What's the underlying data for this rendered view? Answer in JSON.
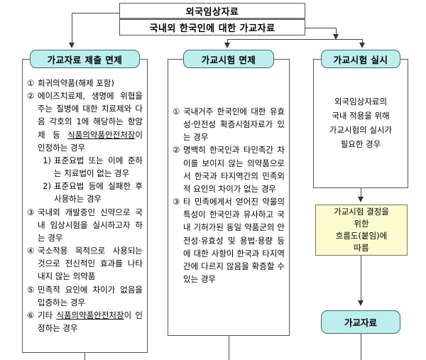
{
  "diagram": {
    "title_boxes": [
      {
        "id": "foreign-clinical-data",
        "label": "외국임상자료"
      },
      {
        "id": "bridging-data-koreans",
        "label": "국내외 한국인에 대한 가교자료"
      }
    ],
    "columns": [
      {
        "id": "bridging-data-exemption",
        "header": "가교자료 제출 면제",
        "items": [
          {
            "marker": "①",
            "sub": false,
            "text_before": "희귀의약품(해제 포함)",
            "underline": "",
            "text_after": ""
          },
          {
            "marker": "②",
            "sub": false,
            "text_before": "에이즈치료제, 생명에 위협을 주는 질병에 대한 치료제와 다음 각호의 1에 해당하는 항암제 등 ",
            "underline": "식품의약품안전처장",
            "text_after": "이 인정하는 경우"
          },
          {
            "marker": "1)",
            "sub": true,
            "text_before": "표준요법 또는 이에 준하는 치료법이 없는 경우",
            "underline": "",
            "text_after": ""
          },
          {
            "marker": "2)",
            "sub": true,
            "text_before": "표준요법 등에 실패한 후 사용하는 경우",
            "underline": "",
            "text_after": ""
          },
          {
            "marker": "③",
            "sub": false,
            "text_before": "국내외 개발중인 신약으로 국내 임상시험을 실시하고자 하는 경우",
            "underline": "",
            "text_after": ""
          },
          {
            "marker": "④",
            "sub": false,
            "text_before": "국소적용 목적으로 사용되는 것으로 전신적인 효과를 나타내지 않는 의약품",
            "underline": "",
            "text_after": ""
          },
          {
            "marker": "⑤",
            "sub": false,
            "text_before": "민족적 요인에 차이가 없음을 입증하는 경우",
            "underline": "",
            "text_after": ""
          },
          {
            "marker": "⑥",
            "sub": false,
            "text_before": "기타 ",
            "underline": "식품의약품안전처장",
            "text_after": "이 인정하는 경우"
          }
        ]
      },
      {
        "id": "bridging-study-exemption",
        "header": "가교시험 면제",
        "items": [
          {
            "marker": "①",
            "sub": false,
            "text_before": "국내거주 한국인에 대한 유효성·안전성 확증시험자료가 있는 경우",
            "underline": "",
            "text_after": ""
          },
          {
            "marker": "②",
            "sub": false,
            "text_before": "명백히 한국인과 타민족간 차이를 보이지 않는 의약품으로서 한국과 타지역간의 민족외적 요인의 차이가 없는 경우",
            "underline": "",
            "text_after": ""
          },
          {
            "marker": "③",
            "sub": false,
            "text_before": "타 민족에게서 얻어진 약물의 특성이 한국인과 유사하고 국내 기허가된 동일 약품군의 안전성·유효성 및 용법·용량 등에 대한 사항이 한국과 타지역간에 다르지 않음을 확증할 수 있는 경우",
            "underline": "",
            "text_after": ""
          }
        ]
      },
      {
        "id": "bridging-study-conduct",
        "header": "가교시험 실시",
        "body_lines": [
          "외국임상자료의",
          "국내 적용을 위해",
          "가교시험의 실시가",
          "필요한 경우"
        ],
        "note": {
          "id": "flowchart-note",
          "lines": [
            "가교시험 결정을",
            "위한",
            "흐름도(붙임)에",
            "따름"
          ],
          "color": "#fbfbd0"
        },
        "result": {
          "id": "bridging-data-result",
          "label": "가교자료"
        }
      }
    ],
    "colors": {
      "capsule_fill": "#bdeeee",
      "capsule_border": "#3a6a6a",
      "note_fill": "#fbfbd0",
      "note_border": "#777755",
      "frame_border": "#555555",
      "connector": "#444444"
    }
  }
}
